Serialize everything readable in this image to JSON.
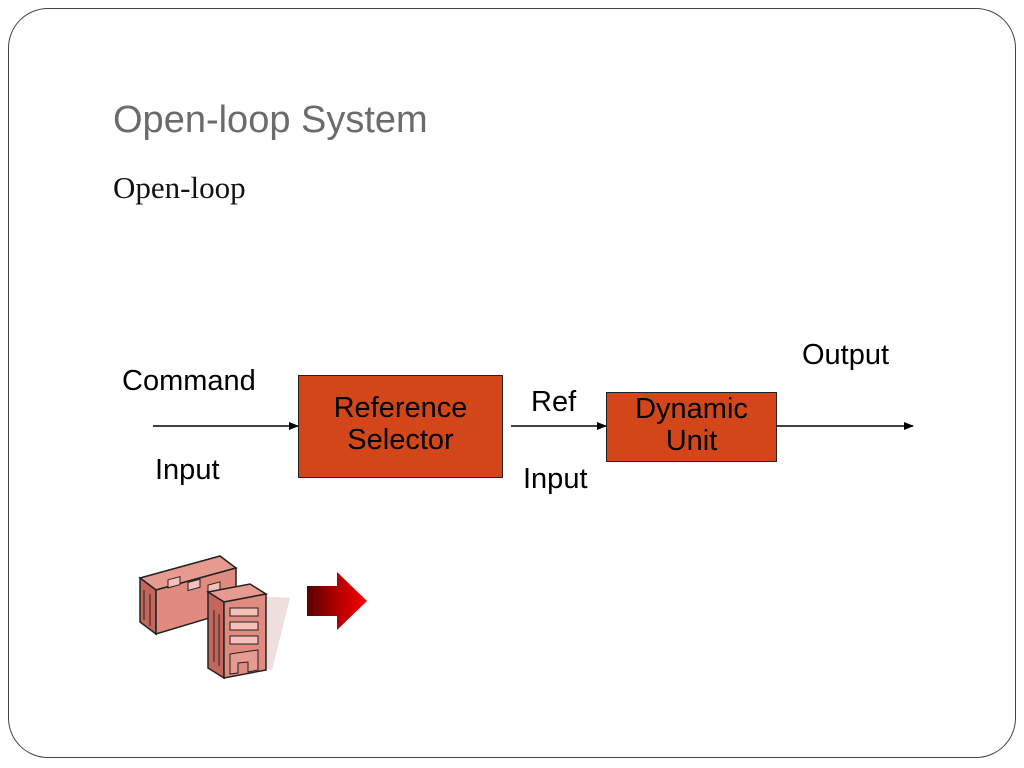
{
  "slide": {
    "title": "Open-loop System",
    "subtitle": "Open-loop"
  },
  "diagram": {
    "blocks": {
      "reference_selector": {
        "line1": "Reference",
        "line2": "Selector"
      },
      "dynamic_unit": {
        "line1": "Dynamic",
        "line2": "Unit"
      }
    },
    "labels": {
      "command": "Command",
      "command_input": "Input",
      "ref": "Ref",
      "ref_input": "Input",
      "output": "Output"
    }
  },
  "colors": {
    "block_fill": "#d2461a",
    "title_text": "#6b6b6b",
    "clipart_body": "#e08a80",
    "clipart_arrow": "#ff0000"
  },
  "icons": {
    "clipart": "factory-buildings-icon",
    "next_arrow": "red-right-arrow-icon"
  }
}
